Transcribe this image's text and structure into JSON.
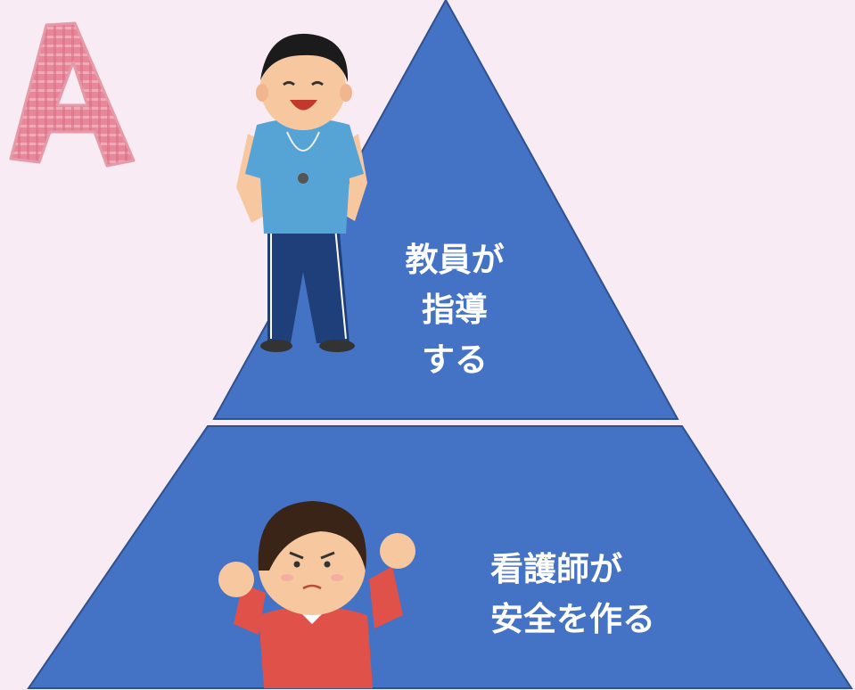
{
  "badge": {
    "letter": "A",
    "color": "#e8879a"
  },
  "colors": {
    "background": "#f9ebf3",
    "pyramid_fill": "#4472c4",
    "pyramid_stroke": "#2f528f"
  },
  "top_tier": {
    "lines": [
      "教員が",
      "指導",
      "する"
    ],
    "figure": "teacher-with-whistle"
  },
  "bottom_tier": {
    "lines": [
      "看護師が",
      "安全を作る"
    ],
    "figure": "nurse-cheering"
  }
}
